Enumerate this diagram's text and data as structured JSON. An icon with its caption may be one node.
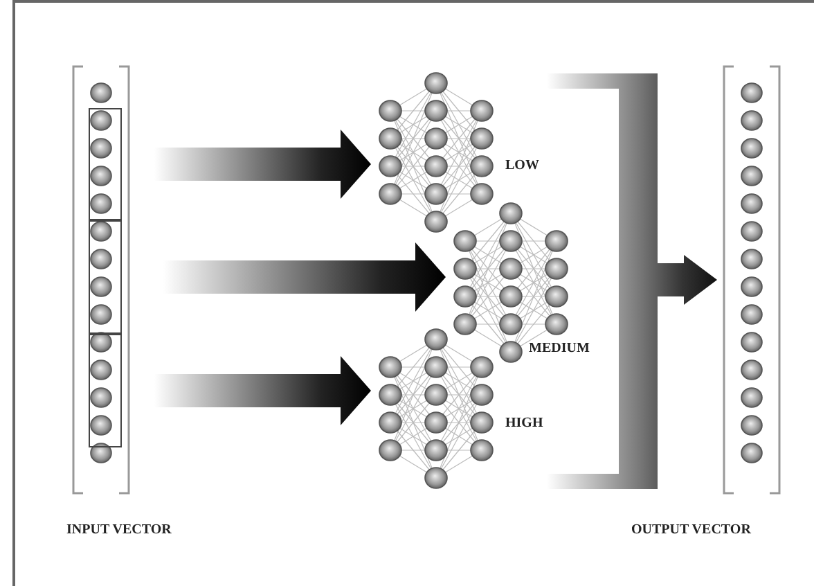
{
  "diagram": {
    "nodes": [
      {
        "text": [
          "INPUT VECTOR"
        ]
      },
      {
        "text": [],
        "shape": "box",
        "in": 0
      },
      {
        "text": [],
        "shape": "box",
        "in": 0
      },
      {
        "text": [],
        "shape": "box",
        "in": 0
      },
      {
        "text": [
          "LOW"
        ]
      },
      {
        "text": [
          "MEDIUM"
        ]
      },
      {
        "text": [
          "HIGH"
        ]
      },
      {
        "text": [
          "OUTPUT VECTOR"
        ]
      }
    ],
    "edges": [
      {
        "from": 1,
        "to": 4,
        "arrow": "to"
      },
      {
        "from": 2,
        "to": 5,
        "arrow": "to"
      },
      {
        "from": 3,
        "to": 6,
        "arrow": "to"
      },
      {
        "from": 4,
        "to": 7,
        "arrow": "to"
      },
      {
        "from": 5,
        "to": 7,
        "arrow": "to"
      },
      {
        "from": 6,
        "to": 7,
        "arrow": "to"
      }
    ]
  }
}
